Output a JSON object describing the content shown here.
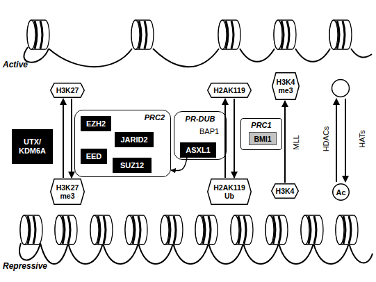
{
  "diagram": {
    "nodes": [
      {
        "text": [
          "H3K27"
        ]
      },
      {
        "text": [
          "H2AK119"
        ]
      },
      {
        "text": [
          "H3K4 me3"
        ]
      },
      {
        "text": [
          "UTX/ KDM6A"
        ]
      },
      {
        "text": [
          "PRC2"
        ]
      },
      {
        "text": [
          "EZH2"
        ],
        "in": 4
      },
      {
        "text": [
          "JARID2"
        ],
        "in": 4
      },
      {
        "text": [
          "EED"
        ],
        "in": 4
      },
      {
        "text": [
          "SUZ12"
        ],
        "in": 4
      },
      {
        "text": [
          "PR-DUB",
          "BAP1"
        ]
      },
      {
        "text": [
          "ASXL1"
        ],
        "in": 9
      },
      {
        "text": [
          "PRC1"
        ]
      },
      {
        "text": [
          "BMI1"
        ],
        "in": 11
      },
      {
        "text": [
          "H3K27 me3"
        ]
      },
      {
        "text": [
          "H2AK119 Ub"
        ]
      },
      {
        "text": [
          "H3K4"
        ]
      },
      {
        "text": [
          "Ac"
        ]
      }
    ],
    "edges": [
      {
        "from": 13,
        "to": 0,
        "arrow": "to"
      },
      {
        "from": 0,
        "to": 13,
        "arrow": "to"
      },
      {
        "from": 14,
        "to": 1,
        "arrow": "to"
      },
      {
        "from": 1,
        "to": 14,
        "arrow": "to"
      },
      {
        "from": 15,
        "to": 2,
        "arrow": "to",
        "label": "MLL"
      },
      {
        "from": 10,
        "to": 4,
        "arrow": "to"
      }
    ],
    "labels": [
      "Active",
      "Repressive",
      "HDACs",
      "HATs"
    ]
  }
}
